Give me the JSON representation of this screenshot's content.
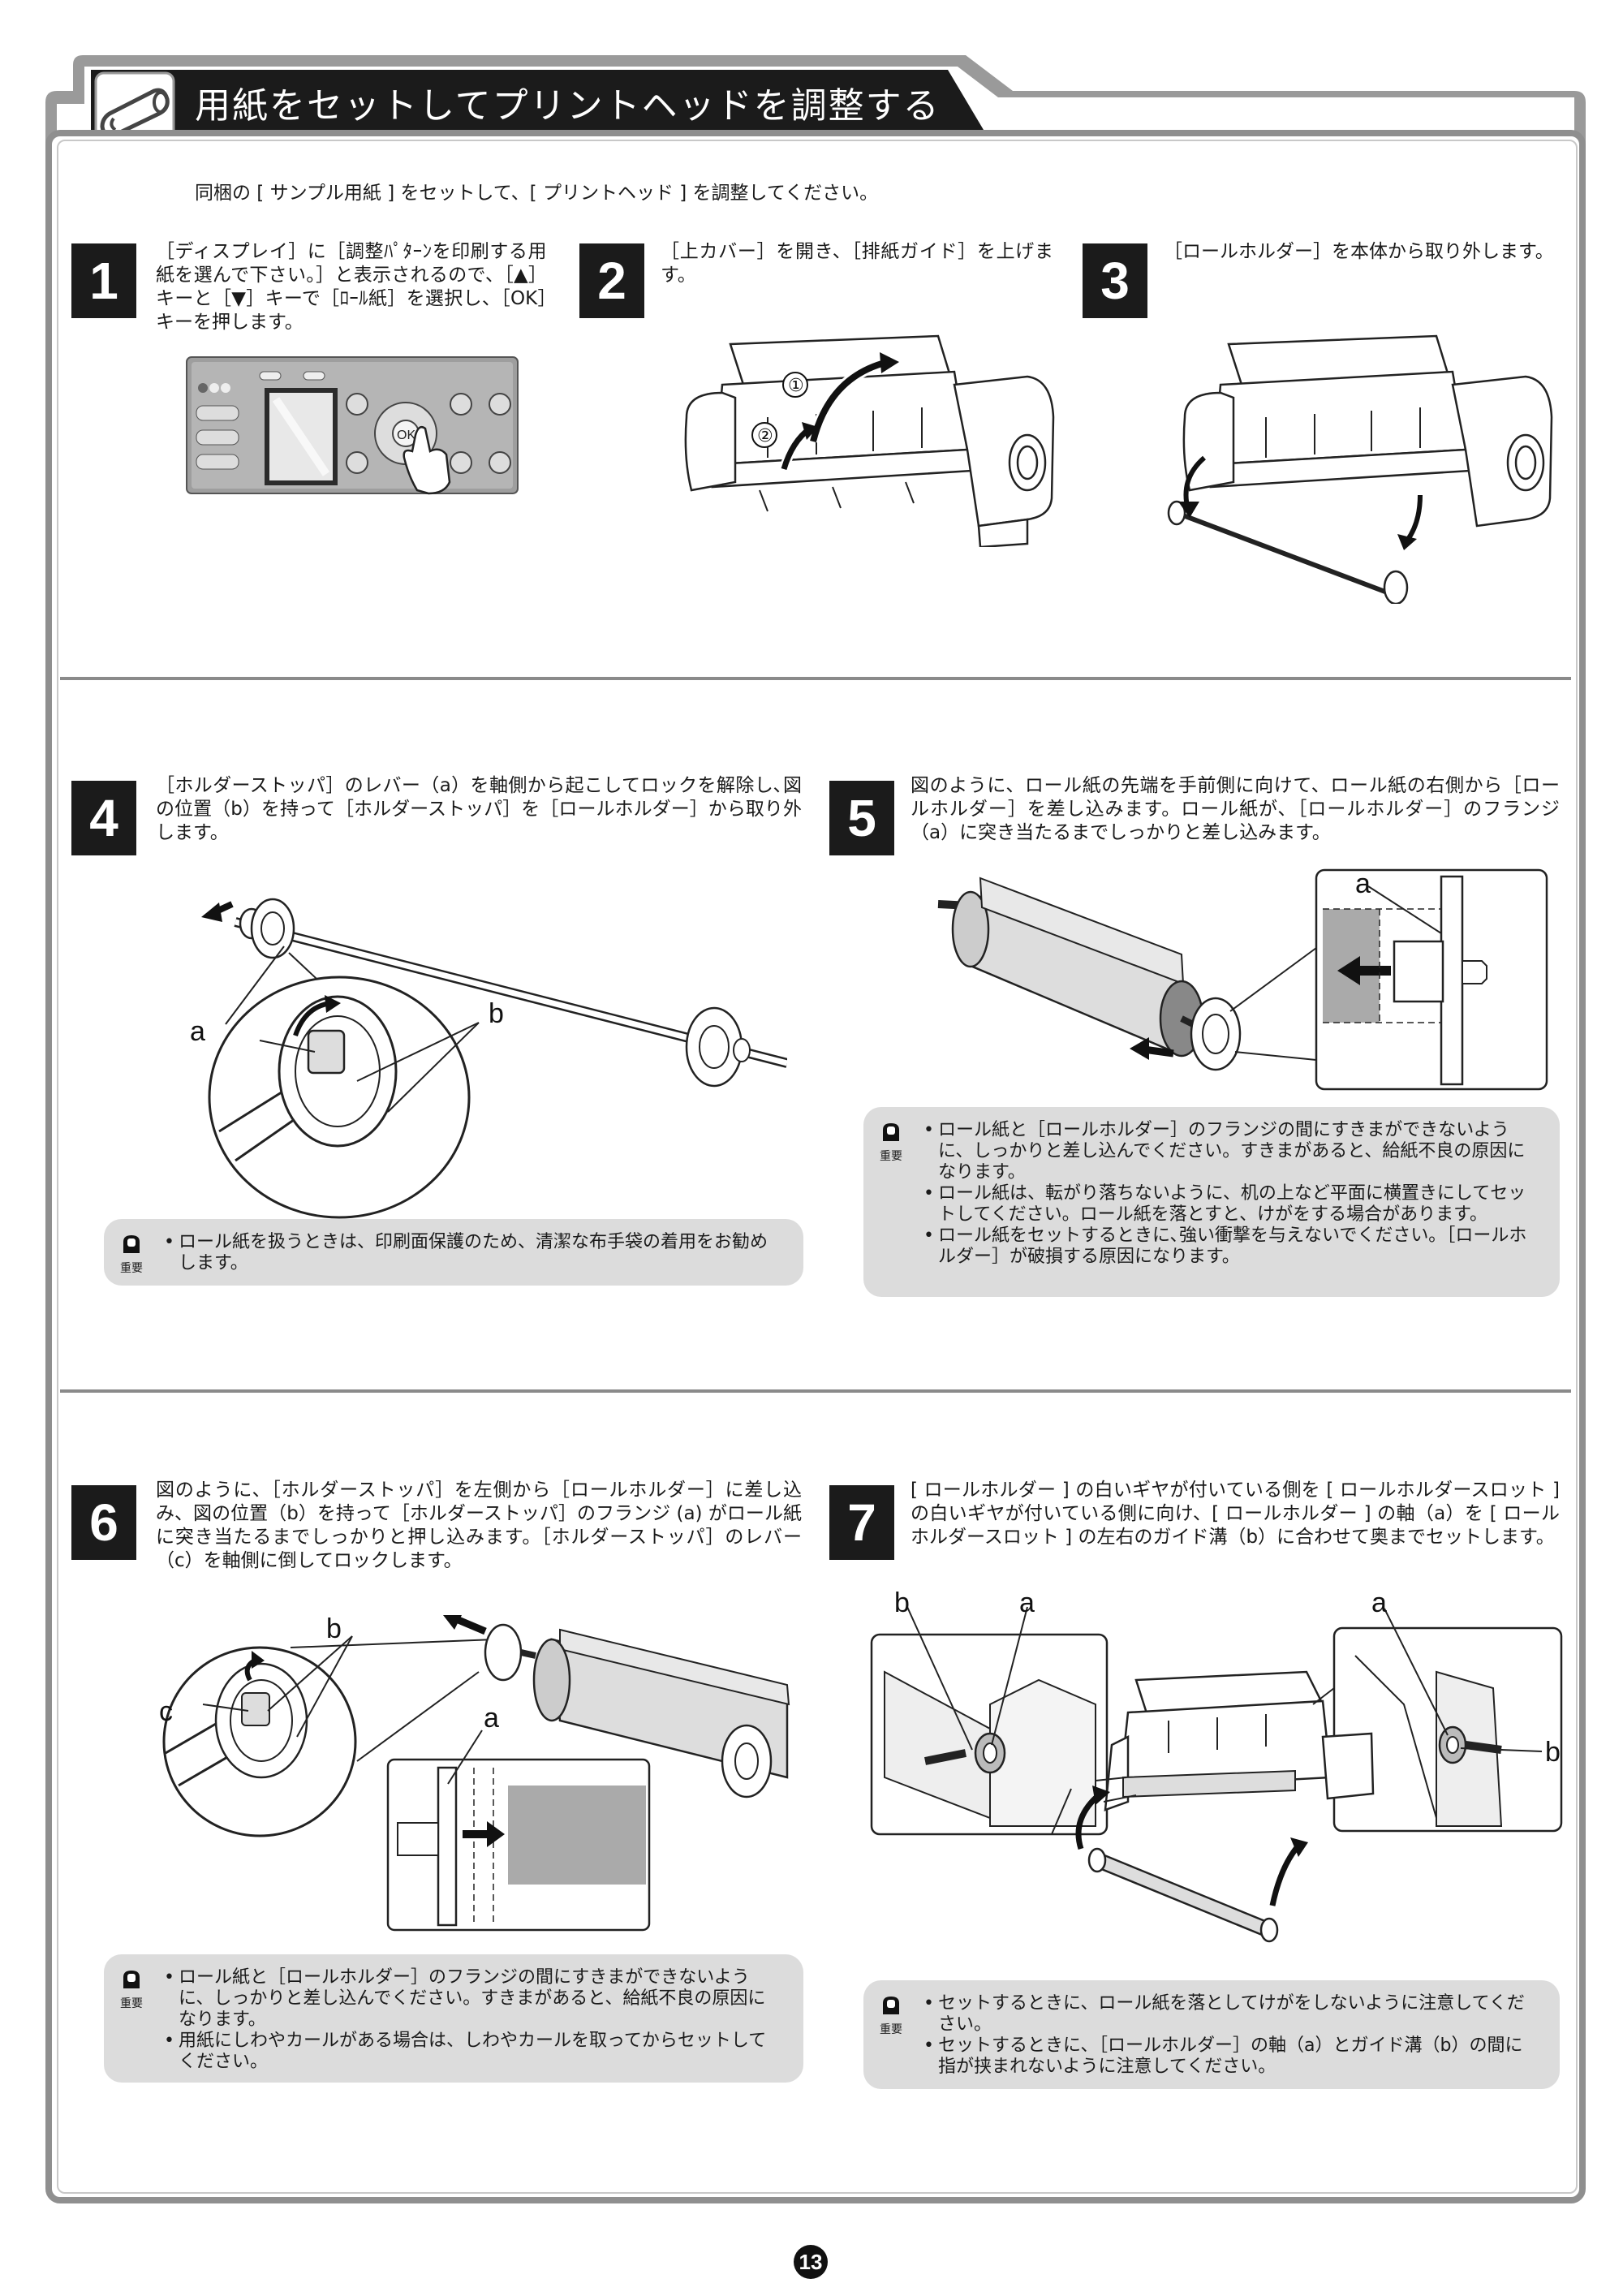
{
  "header": {
    "title": "用紙をセットしてプリントヘッドを調整する",
    "intro": "同梱の [ サンプル用紙 ] をセットして、[ プリントヘッド ] を調整してください。"
  },
  "important_label": "重要",
  "steps": [
    {
      "number": "1",
      "text": "［ディスプレイ］に［調整ﾊﾟﾀｰﾝを印刷する用紙を選んで下さい。］と表示されるので、［▲］キーと［▼］キーで［ﾛｰﾙ紙］を選択し、［OK］キーを押します。",
      "figure": {
        "ok_key": "OK"
      }
    },
    {
      "number": "2",
      "text": "［上カバー］を開き、［排紙ガイド］を上げます。",
      "figure": {
        "callout_1": "①",
        "callout_2": "②"
      }
    },
    {
      "number": "3",
      "text": "［ロールホルダー］を本体から取り外します。"
    },
    {
      "number": "4",
      "text": "［ホルダーストッパ］のレバー（a）を軸側から起こしてロックを解除し､図の位置（b）を持って［ホルダーストッパ］を［ロールホルダー］から取り外します。",
      "figure": {
        "label_a": "a",
        "label_b": "b"
      },
      "notes": [
        "ロール紙を扱うときは、印刷面保護のため、清潔な布手袋の着用をお勧めします。"
      ]
    },
    {
      "number": "5",
      "text": "図のように、ロール紙の先端を手前側に向けて、ロール紙の右側から［ロールホルダー］を差し込みます。ロール紙が､［ロールホルダー］のフランジ（a）に突き当たるまでしっかりと差し込みます。",
      "figure": {
        "label_a": "a"
      },
      "notes": [
        "ロール紙と［ロールホルダー］のフランジの間にすきまができないように、しっかりと差し込んでください。すきまがあると、給紙不良の原因になります。",
        "ロール紙は、転がり落ちないように、机の上など平面に横置きにしてセットしてください。ロール紙を落とすと、けがをする場合があります。",
        "ロール紙をセットするときに､強い衝撃を与えないでください｡［ロールホルダー］が破損する原因になります。"
      ]
    },
    {
      "number": "6",
      "text": "図のように、［ホルダーストッパ］を左側から［ロールホルダー］に差し込み、図の位置（b）を持って［ホルダーストッパ］のフランジ (a) がロール紙に突き当たるまでしっかりと押し込みます。［ホルダーストッパ］のレバー（c）を軸側に倒してロックします。",
      "figure": {
        "label_a": "a",
        "label_b": "b",
        "label_c": "c"
      },
      "notes": [
        "ロール紙と［ロールホルダー］のフランジの間にすきまができないように、しっかりと差し込んでください。すきまがあると、給紙不良の原因になります。",
        "用紙にしわやカールがある場合は、しわやカールを取ってからセットしてください。"
      ]
    },
    {
      "number": "7",
      "text": "[ ロールホルダー ] の白いギヤが付いている側を [ ロールホルダースロット ] の白いギヤが付いている側に向け、[ ロールホルダー ] の軸（a）を [ ロールホルダースロット ] の左右のガイド溝（b）に合わせて奥までセットします。",
      "figure": {
        "label_a": "a",
        "label_b": "b"
      },
      "notes": [
        "セットするときに、ロール紙を落としてけがをしないように注意してください。",
        "セットするときに､［ロールホルダー］の軸（a）とガイド溝（b）の間に指が挟まれないように注意してください。"
      ]
    }
  ],
  "page_number": "13"
}
